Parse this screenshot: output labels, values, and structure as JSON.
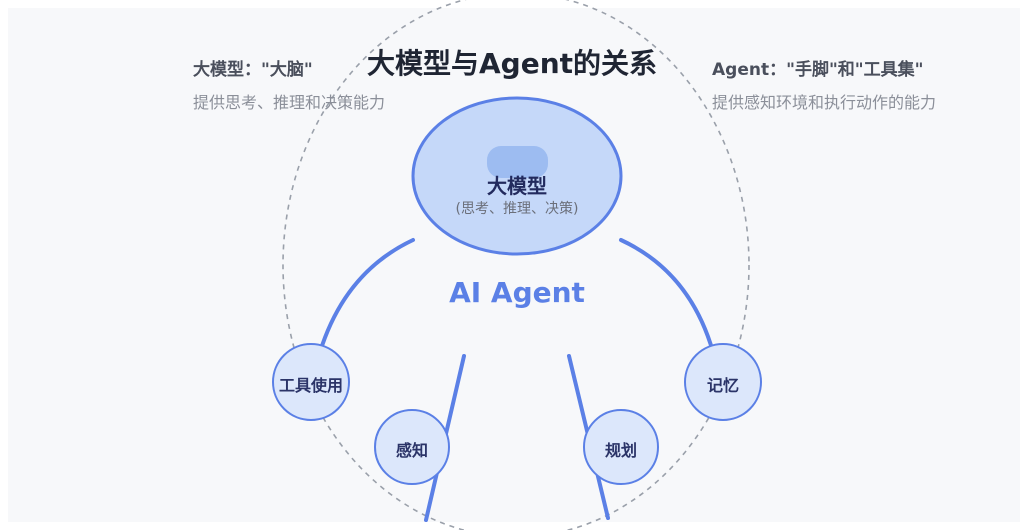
{
  "title": "大模型与Agent的关系",
  "left": {
    "heading": "大模型：\"大脑\"",
    "description": "提供思考、推理和决策能力"
  },
  "right": {
    "heading": "Agent：\"手脚\"和\"工具集\"",
    "description": "提供感知环境和执行动作的能力"
  },
  "center": {
    "title": "大模型",
    "subtitle": "(思考、推理、决策)"
  },
  "agent_label": "AI Agent",
  "nodes": {
    "tool_use": "工具使用",
    "perception": "感知",
    "planning": "规划",
    "memory": "记忆"
  },
  "colors": {
    "accent_blue": "#5b80e6",
    "node_fill": "#dce7fb",
    "center_fill": "#c5d8f9",
    "dashed_outline": "#9aa0aa"
  }
}
